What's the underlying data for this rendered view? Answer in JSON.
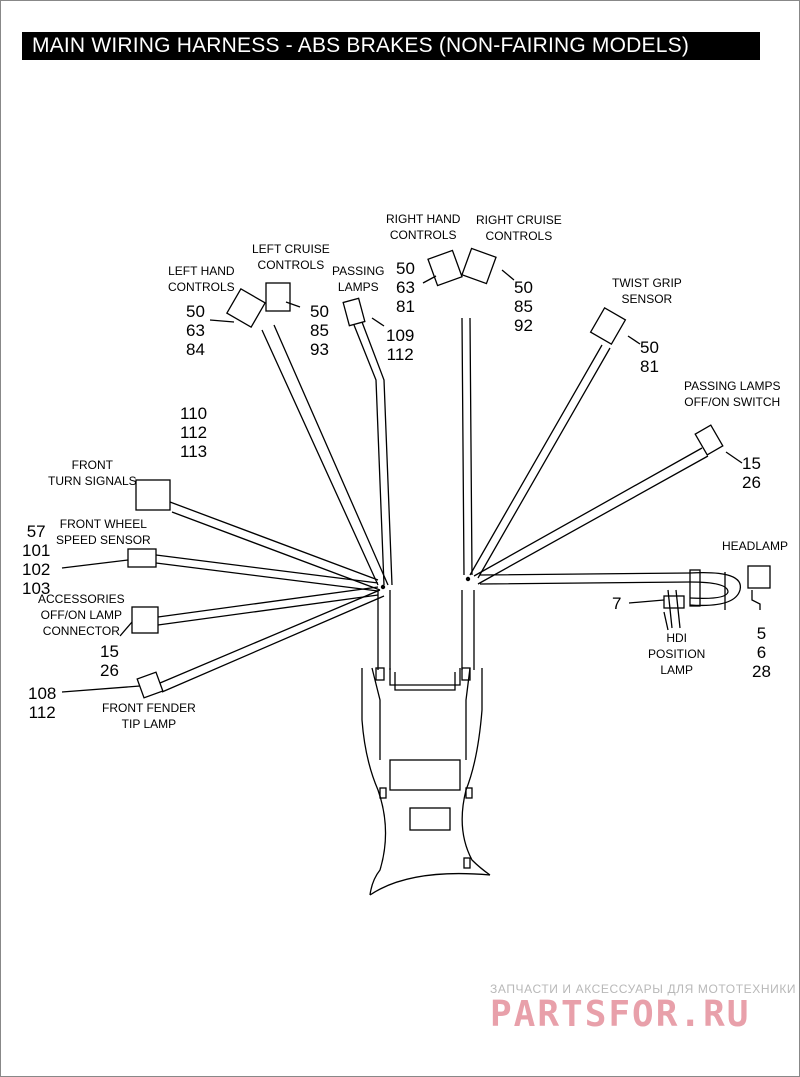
{
  "title": "MAIN WIRING HARNESS - ABS BRAKES (NON-FAIRING MODELS)",
  "components": {
    "left_hand_controls": {
      "label": [
        "LEFT HAND",
        "CONTROLS"
      ],
      "refs": [
        "50",
        "63",
        "84"
      ]
    },
    "left_cruise_controls": {
      "label": [
        "LEFT CRUISE",
        "CONTROLS"
      ],
      "refs": [
        "50",
        "85",
        "93"
      ]
    },
    "passing_lamps": {
      "label": [
        "PASSING",
        "LAMPS"
      ],
      "refs": [
        "109",
        "112"
      ]
    },
    "right_hand_controls": {
      "label": [
        "RIGHT HAND",
        "CONTROLS"
      ],
      "refs": [
        "50",
        "63",
        "81"
      ]
    },
    "right_cruise_controls": {
      "label": [
        "RIGHT CRUISE",
        "CONTROLS"
      ],
      "refs": [
        "50",
        "85",
        "92"
      ]
    },
    "twist_grip_sensor": {
      "label": [
        "TWIST GRIP",
        "SENSOR"
      ],
      "refs": [
        "50",
        "81"
      ]
    },
    "passing_lamps_switch": {
      "label": [
        "PASSING LAMPS",
        "OFF/ON SWITCH"
      ],
      "refs": [
        "15",
        "26"
      ]
    },
    "headlamp": {
      "label": [
        "HEADLAMP"
      ],
      "refs": [
        "5",
        "6",
        "28"
      ]
    },
    "hdi_position_lamp": {
      "label": [
        "HDI",
        "POSITION",
        "LAMP"
      ],
      "refs": [
        "7"
      ]
    },
    "front_turn_signals": {
      "label": [
        "FRONT",
        "TURN SIGNALS"
      ],
      "refs": [
        "110",
        "112",
        "113"
      ]
    },
    "front_wheel_speed_sensor": {
      "label": [
        "FRONT WHEEL",
        "SPEED SENSOR"
      ],
      "refs": [
        "57",
        "101",
        "102",
        "103"
      ]
    },
    "accessories_lamp_connector": {
      "label": [
        "ACCESSORIES",
        "OFF/ON LAMP",
        "CONNECTOR"
      ],
      "refs": [
        "15",
        "26"
      ]
    },
    "front_fender_tip_lamp": {
      "label": [
        "FRONT FENDER",
        "TIP LAMP"
      ],
      "refs": [
        "108",
        "112"
      ]
    }
  },
  "watermark": {
    "tagline": "ЗАПЧАСТИ И АКСЕССУАРЫ ДЛЯ МОТОТЕХНИКИ",
    "brand": "PARTSFOR.RU",
    "brand_color": "#e8a0aa"
  }
}
